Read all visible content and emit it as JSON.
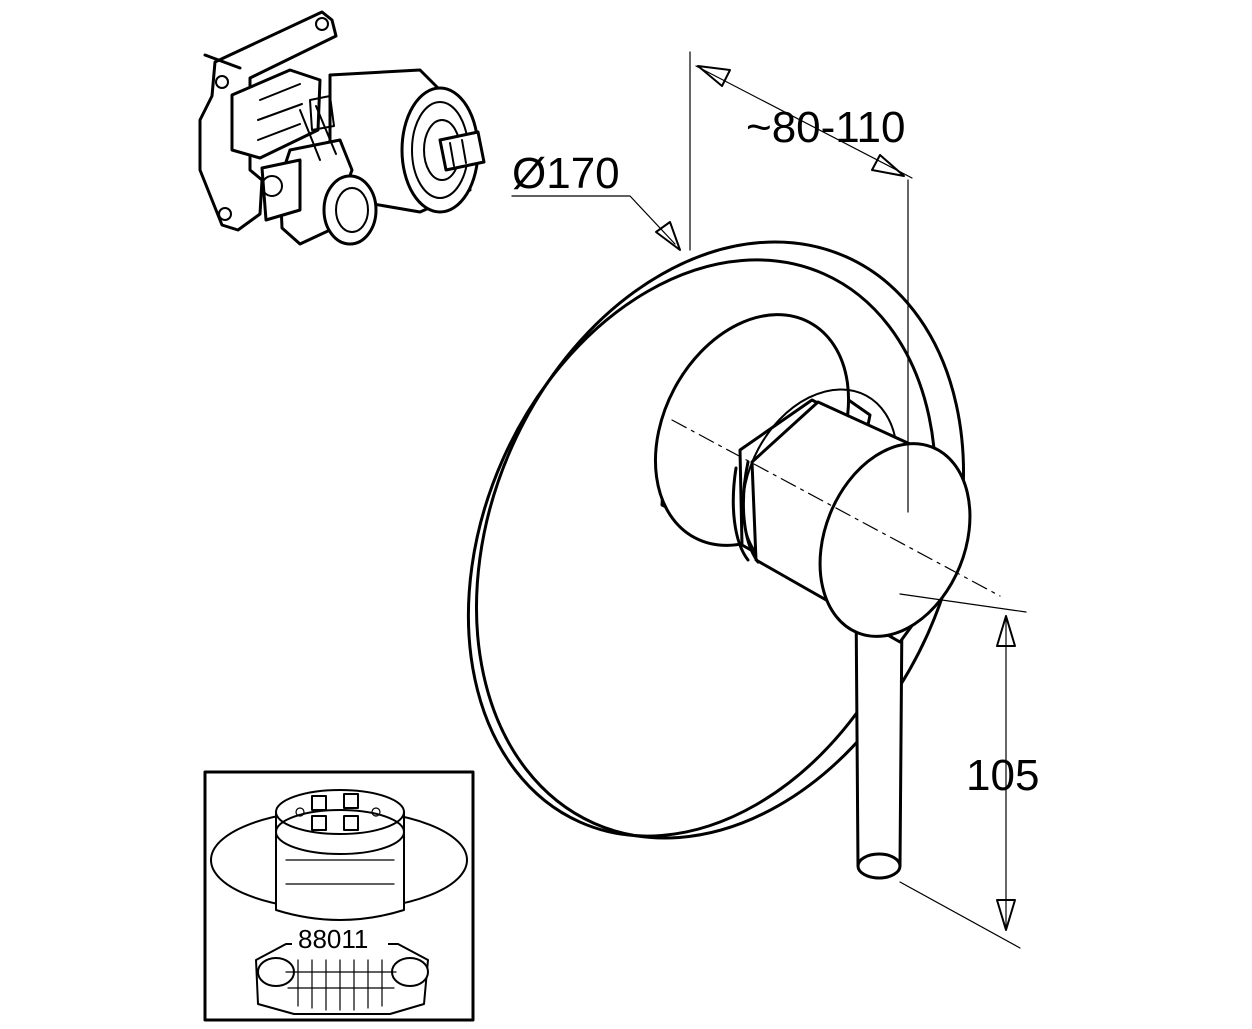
{
  "dimensions": {
    "depth": "~80-110",
    "diameter": "Ø170",
    "lever_height": "105"
  },
  "inset": {
    "part_number": "88011"
  }
}
